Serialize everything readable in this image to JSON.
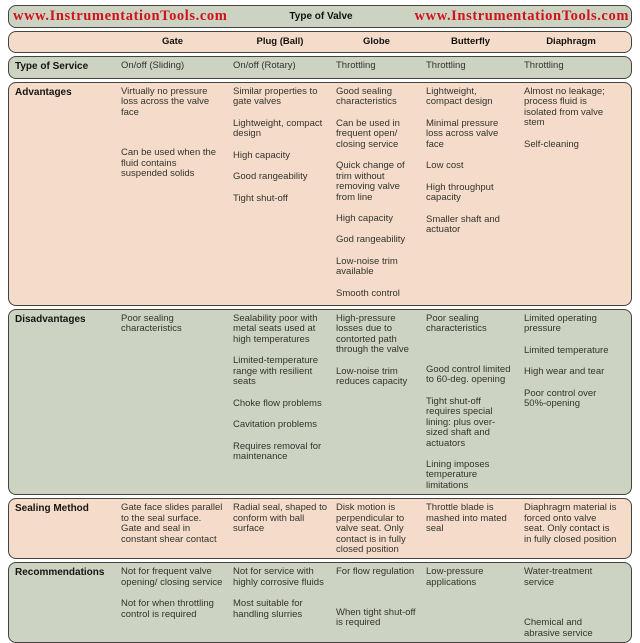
{
  "banner": {
    "left": "www.InstrumentationTools.com",
    "center": "Type of Valve",
    "right": "www.InstrumentationTools.com"
  },
  "columns": [
    "Gate",
    "Plug (Ball)",
    "Globe",
    "Butterfly",
    "Diaphragm"
  ],
  "rows": {
    "type_of_service": {
      "label": "Type of Service",
      "cells": {
        "gate": [
          "On/off (Sliding)"
        ],
        "plug": [
          "On/off (Rotary)"
        ],
        "globe": [
          "Throttling"
        ],
        "butterfly": [
          "Throttling"
        ],
        "diaphragm": [
          "Throttling"
        ]
      }
    },
    "advantages": {
      "label": "Advantages",
      "cells": {
        "gate": [
          "Virtually no pressure loss across the valve face",
          "",
          "Can be used when the fluid contains suspended solids"
        ],
        "plug": [
          "Similar properties to gate valves",
          "Lightweight, compact design",
          "High capacity",
          "Good rangeability",
          "Tight shut-off"
        ],
        "globe": [
          "Good sealing characteristics",
          "Can be used in frequent open/ closing service",
          "Quick change of trim without removing valve from line",
          "High capacity",
          "God rangeability",
          "Low-noise trim available",
          "Smooth control"
        ],
        "butterfly": [
          "Lightweight, compact design",
          "Minimal pressure loss across valve face",
          "Low cost",
          "High throughput capacity",
          "Smaller shaft and actuator"
        ],
        "diaphragm": [
          "Almost no leakage; process fluid is isolated from valve stem",
          "Self-cleaning"
        ]
      }
    },
    "disadvantages": {
      "label": "Disadvantages",
      "cells": {
        "gate": [
          "Poor sealing characteristics"
        ],
        "plug": [
          "Sealability poor with metal seats used at high temperatures",
          "Limited-temperature range with resilient seats",
          "Choke flow problems",
          "Cavitation problems",
          "Requires removal for maintenance"
        ],
        "globe": [
          "High-pressure losses due to contorted path through the valve",
          "Low-noise trim reduces capacity"
        ],
        "butterfly": [
          "Poor sealing characteristics",
          "",
          "Good control limited to 60-deg. opening",
          "Tight shut-off requires special lining: plus over-sized shaft and actuators",
          "Lining imposes temperature limitations"
        ],
        "diaphragm": [
          "Limited operating pressure",
          "Limited temperature",
          "High wear and tear",
          "Poor control over 50%-opening"
        ]
      }
    },
    "sealing_method": {
      "label": "Sealing Method",
      "cells": {
        "gate": [
          "Gate face slides parallel to the seal surface. Gate and seal in constant shear contact"
        ],
        "plug": [
          "Radial seal, shaped to conform with ball surface"
        ],
        "globe": [
          "Disk motion is perpendicular to valve seat. Only contact is in fully closed position"
        ],
        "butterfly": [
          "Throttle blade is mashed into mated seal"
        ],
        "diaphragm": [
          "Diaphragm material is forced onto valve seat. Only contact is in fully closed position"
        ]
      }
    },
    "recommendations": {
      "label": "Recommendations",
      "cells": {
        "gate": [
          "Not for frequent valve opening/ closing service",
          "Not for when throttling control is required"
        ],
        "plug": [
          "Not for service with highly corrosive fluids",
          "Most suitable for handling slurries"
        ],
        "globe": [
          "For flow regulation",
          "",
          "When tight shut-off is required"
        ],
        "butterfly": [
          "Low-pressure applications"
        ],
        "diaphragm": [
          "Water-treatment service",
          "",
          "Chemical and abrasive service"
        ]
      }
    }
  },
  "colors": {
    "band_green": "#cdd3c2",
    "band_pink": "#f5dcca",
    "watermark_red": "#d01318",
    "border": "#45433b"
  }
}
